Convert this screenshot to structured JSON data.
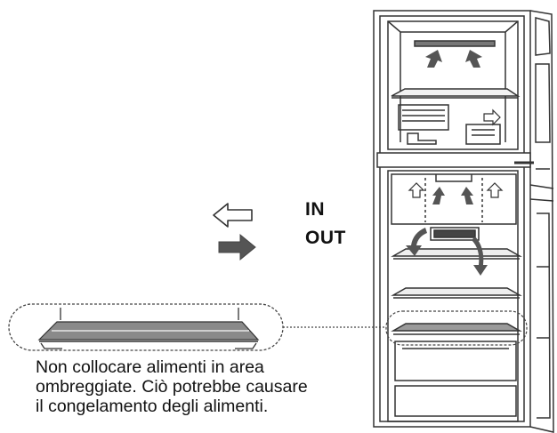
{
  "legend": {
    "in_label": "IN",
    "out_label": "OUT"
  },
  "caption": {
    "lines": [
      "Non collocare alimenti in area",
      "ombreggiate. Ciò potrebbe causare",
      "il congelamento degli alimenti."
    ]
  },
  "colors": {
    "line": "#333333",
    "shelf_shade": "#8a8a8a",
    "arrow_fill": "#555555"
  },
  "icons": {
    "in_arrow": "hollow-left-arrow-icon",
    "out_arrow": "solid-right-arrow-icon"
  }
}
